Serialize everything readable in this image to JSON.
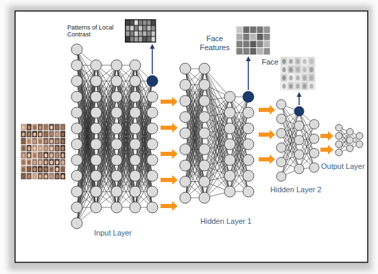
{
  "diagram": {
    "labels": [
      "Patterns of Local Contrast",
      "Face Features",
      "Face",
      "Input Layer",
      "Hidden Layer 1",
      "Hidden Layer 2",
      "Output Layer"
    ]
  }
}
